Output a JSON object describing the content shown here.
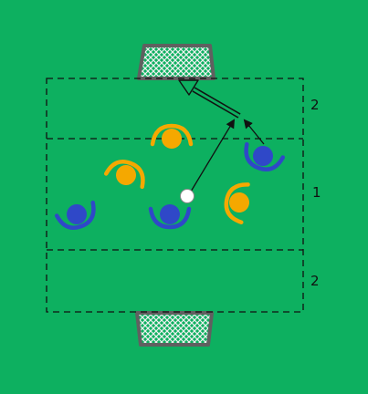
{
  "drill": {
    "zone_labels": {
      "top": "2",
      "middle": "1",
      "bottom": "2"
    },
    "colors": {
      "pitch": "#0db060",
      "team_blue": "#2f48c8",
      "team_yellow": "#f5a800",
      "goal_frame": "#606060",
      "goal_net": "#f0f0f0",
      "lines": "#111111",
      "ball": "#ffffff"
    },
    "players": [
      {
        "team": "blue",
        "name": "player-blue-left"
      },
      {
        "team": "blue",
        "name": "player-blue-center"
      },
      {
        "team": "blue",
        "name": "player-blue-right"
      },
      {
        "team": "yellow",
        "name": "player-yellow-top"
      },
      {
        "team": "yellow",
        "name": "player-yellow-left"
      },
      {
        "team": "yellow",
        "name": "player-yellow-right"
      }
    ],
    "icons": [
      "goal-top-icon",
      "goal-bottom-icon",
      "ball-icon",
      "pass-arrow-icon",
      "run-arrow-icon",
      "shot-arrow-icon"
    ]
  }
}
